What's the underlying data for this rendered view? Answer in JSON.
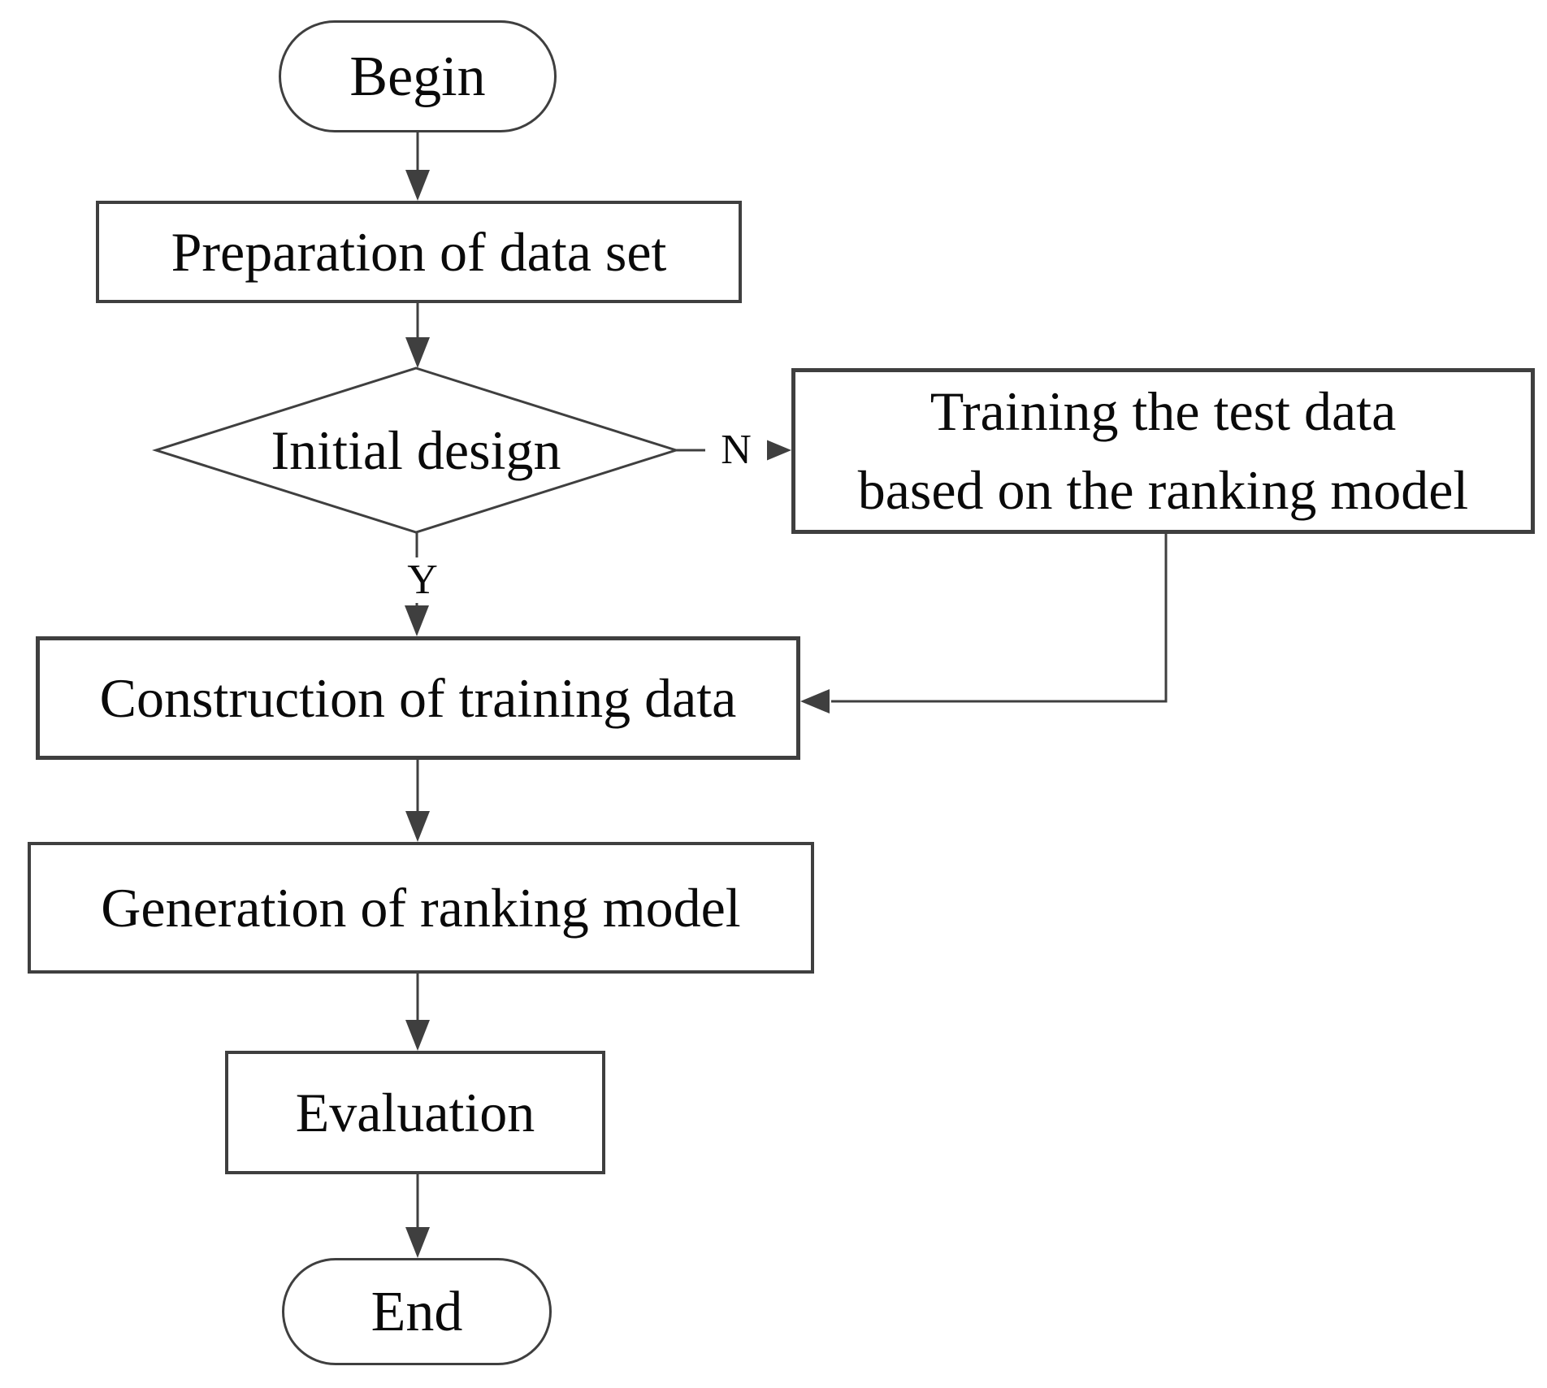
{
  "diagram": {
    "type": "flowchart",
    "colors": {
      "stroke": "#3f3f3f",
      "text": "#0a0a0a",
      "background": "#ffffff"
    },
    "nodes": {
      "begin": {
        "label": "Begin",
        "shape": "terminal"
      },
      "preparation": {
        "label": "Preparation of data set",
        "shape": "process"
      },
      "decision": {
        "label": "Initial design",
        "shape": "decision"
      },
      "training": {
        "label": "Training the test data\nbased on the ranking model",
        "shape": "process"
      },
      "construction": {
        "label": "Construction of training data",
        "shape": "process"
      },
      "generation": {
        "label": "Generation of ranking model",
        "shape": "process"
      },
      "evaluation": {
        "label": "Evaluation",
        "shape": "process"
      },
      "end": {
        "label": "End",
        "shape": "terminal"
      }
    },
    "branch_labels": {
      "yes": "Y",
      "no": "N"
    },
    "edges": [
      "begin -> preparation",
      "preparation -> decision",
      "decision -Y-> construction",
      "decision -N-> training",
      "training -> construction",
      "construction -> generation",
      "generation -> evaluation",
      "evaluation -> end"
    ]
  }
}
